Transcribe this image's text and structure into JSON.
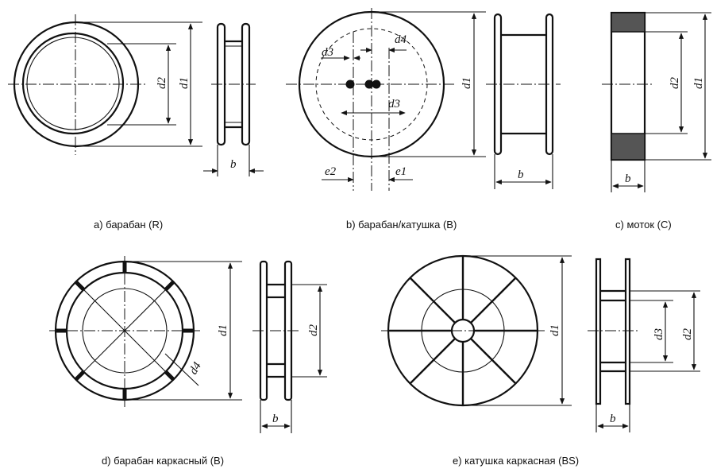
{
  "captions": {
    "a": "а) барабан (R)",
    "b": "b) барабан/катушка (B)",
    "c": "c) моток (C)",
    "d": "d) барабан каркасный (B)",
    "e": "e) катушка каркасная (BS)"
  },
  "labels": {
    "d1": "d1",
    "d2": "d2",
    "d3": "d3",
    "d4": "d4",
    "b": "b",
    "e1": "e1",
    "e2": "e2"
  }
}
